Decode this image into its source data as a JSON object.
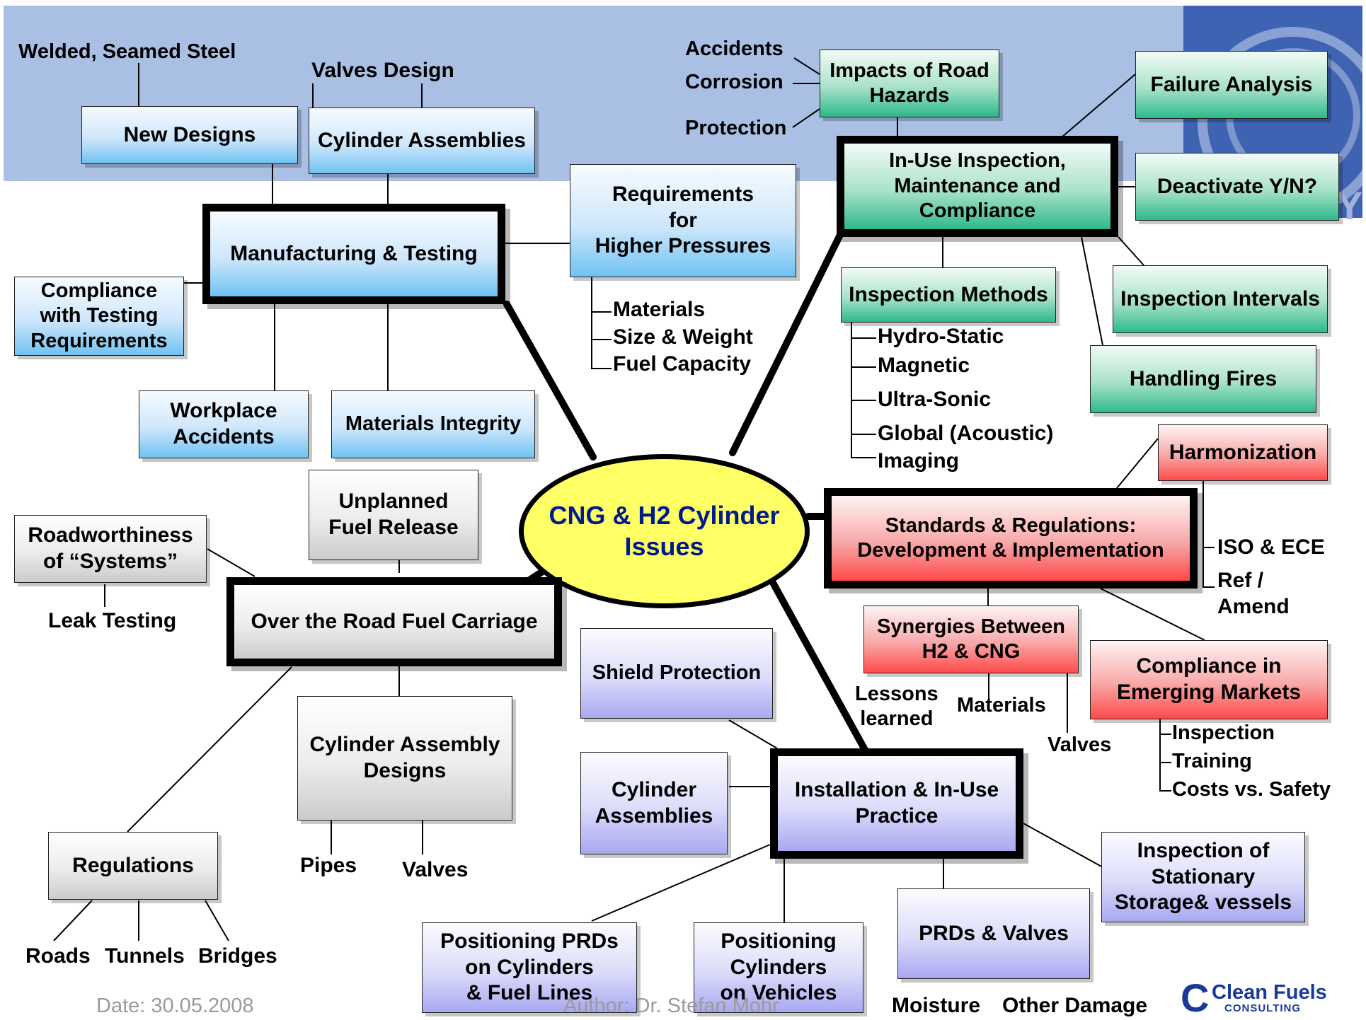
{
  "center": "CNG & H2 Cylinder\nIssues",
  "branches": {
    "manufacturing": {
      "title": "Manufacturing & Testing",
      "new_designs": "New Designs",
      "welded": "Welded, Seamed Steel",
      "cylinder_assemblies": "Cylinder Assemblies",
      "valves_design": "Valves Design",
      "requirements": "Requirements\nfor\nHigher Pressures",
      "req_items": [
        "Materials",
        "Size & Weight",
        "Fuel  Capacity"
      ],
      "compliance": "Compliance\nwith Testing\nRequirements",
      "workplace": "Workplace\nAccidents",
      "materials_integrity": "Materials Integrity"
    },
    "inspection": {
      "title": "In-Use Inspection,\nMaintenance and\nCompliance",
      "impacts": "Impacts of Road\nHazards",
      "impact_items": [
        "Accidents",
        "Corrosion",
        "Protection"
      ],
      "failure": "Failure Analysis",
      "deactivate": "Deactivate Y/N?",
      "methods": "Inspection Methods",
      "method_items": [
        "Hydro-Static",
        "Magnetic",
        "Ultra-Sonic",
        "Global (Acoustic)",
        "Imaging"
      ],
      "intervals": "Inspection Intervals",
      "fires": "Handling Fires"
    },
    "standards": {
      "title": "Standards & Regulations:\nDevelopment & Implementation",
      "harmonization": "Harmonization",
      "harm_items": [
        "ISO & ECE",
        "Ref /\nAmend"
      ],
      "synergies": "Synergies Between\nH2 & CNG",
      "syn_items": [
        "Lessons\nlearned",
        "Materials",
        "Valves"
      ],
      "compliance": "Compliance in\nEmerging Markets",
      "comp_items": [
        "Inspection",
        "Training",
        "Costs vs. Safety"
      ]
    },
    "installation": {
      "title": "Installation & In-Use\nPractice",
      "shield": "Shield Protection",
      "cyl_assemblies": "Cylinder\nAssemblies",
      "inspection_stationary": "Inspection of\nStationary\nStorage& vessels",
      "prds_valves": "PRDs & Valves",
      "prd_items": [
        "Moisture",
        "Other Damage"
      ],
      "positioning_prds": "Positioning PRDs\non Cylinders\n& Fuel Lines",
      "positioning_cyl": "Positioning\nCylinders\non Vehicles"
    },
    "transport": {
      "title": "Over the Road Fuel Carriage",
      "unplanned": "Unplanned\nFuel Release",
      "roadworthiness": "Roadworthiness\nof “Systems”",
      "leak": "Leak Testing",
      "cyl_designs": "Cylinder Assembly\nDesigns",
      "design_items": [
        "Pipes",
        "Valves"
      ],
      "regulations": "Regulations",
      "reg_items": [
        "Roads",
        "Tunnels",
        "Bridges"
      ]
    }
  },
  "footer": {
    "date": "Date: 30.05.2008",
    "author": "Author: Dr. Stefan Mohr"
  },
  "brand": {
    "name": "Clean Fuels",
    "sub": "CONSULTING"
  },
  "colors": {
    "banner": "#a9bfe4",
    "center_fill": "#ffff66",
    "center_text": "#001b8a",
    "blue": "#6fc2f2",
    "green": "#2eb98c",
    "red": "#ff4a4a",
    "purple": "#a8a8f2",
    "grey": "#cbcbcb"
  }
}
